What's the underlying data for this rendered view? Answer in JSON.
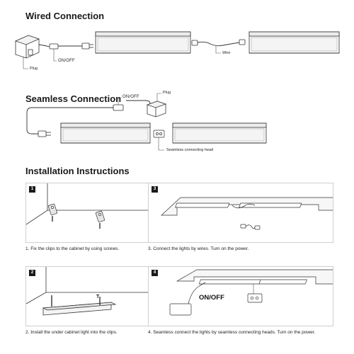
{
  "wired": {
    "title": "Wired Connection",
    "plug_label": "Plug",
    "switch_label": "ON/OFF",
    "wire_label": "Wire"
  },
  "seamless": {
    "title": "Seamless Connection",
    "switch_label": "ON/OFF",
    "plug_label": "Plug",
    "head_label": "Seamless connecting head"
  },
  "installation": {
    "title": "Installation Instructions",
    "steps": [
      {
        "number": "1",
        "caption": "1. Fix the clips to the cabinet by using screws."
      },
      {
        "number": "2",
        "caption": "2.  Install the under cabinet light into the clips."
      },
      {
        "number": "3",
        "caption": "3. Connect the lights by wires.  Turn on the power."
      },
      {
        "number": "4",
        "caption": "4. Seamless connect the lights by seamless connecting heads. Turn on the power.",
        "switch_label": "ON/OFF"
      }
    ]
  }
}
